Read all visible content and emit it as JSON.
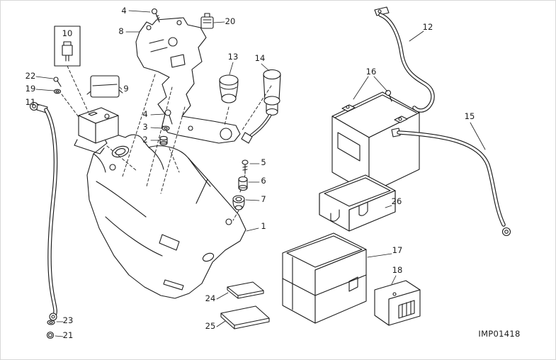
{
  "diagram": {
    "code": "IMP01418",
    "labels": [
      {
        "part": "4"
      },
      {
        "part": "8"
      },
      {
        "part": "20"
      },
      {
        "part": "10"
      },
      {
        "part": "13"
      },
      {
        "part": "14"
      },
      {
        "part": "12"
      },
      {
        "part": "22"
      },
      {
        "part": "19"
      },
      {
        "part": "11"
      },
      {
        "part": "16"
      },
      {
        "part": "9"
      },
      {
        "part": "4"
      },
      {
        "part": "3"
      },
      {
        "part": "2"
      },
      {
        "part": "15"
      },
      {
        "part": "5"
      },
      {
        "part": "6"
      },
      {
        "part": "7"
      },
      {
        "part": "26"
      },
      {
        "part": "1"
      },
      {
        "part": "17"
      },
      {
        "part": "18"
      },
      {
        "part": "24"
      },
      {
        "part": "25"
      },
      {
        "part": "23"
      },
      {
        "part": "21"
      }
    ]
  }
}
